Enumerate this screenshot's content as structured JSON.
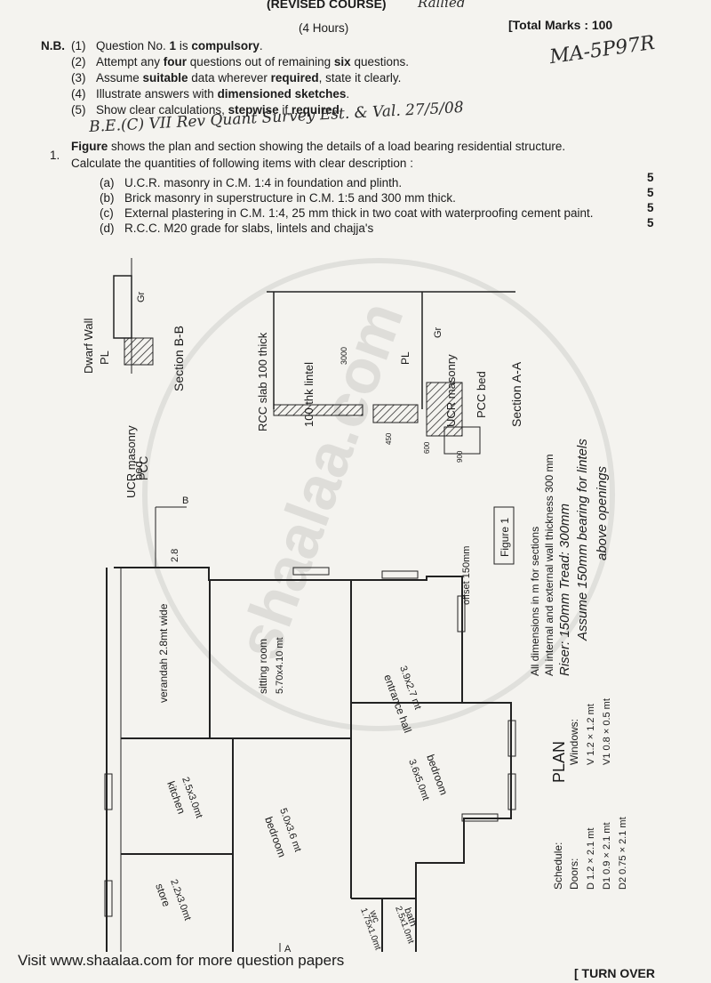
{
  "header": {
    "course": "(REVISED COURSE)",
    "hours": "(4 Hours)",
    "total_marks": "[Total Marks : 100",
    "hand_top": "Rallied",
    "hand_code": "MA-5P97R"
  },
  "nb": {
    "label": "N.B.",
    "items": [
      {
        "num": "(1)",
        "pre": "Question No. ",
        "bold": "1",
        "mid": " is ",
        "bold2": "compulsory",
        "post": "."
      },
      {
        "num": "(2)",
        "pre": "Attempt any ",
        "bold": "four",
        "mid": " questions out of remaining ",
        "bold2": "six",
        "post": " questions."
      },
      {
        "num": "(3)",
        "pre": "Assume ",
        "bold": "suitable",
        "mid": " data wherever ",
        "bold2": "required",
        "post": ", state it clearly."
      },
      {
        "num": "(4)",
        "pre": "Illustrate answers with ",
        "bold": "dimensioned sketches",
        "mid": "",
        "bold2": "",
        "post": "."
      },
      {
        "num": "(5)",
        "pre": "Show clear calculations, ",
        "bold": "stepwise",
        "mid": " if ",
        "bold2": "required",
        "post": "."
      }
    ],
    "handwritten": "B.E.(C) VII Rev Quant Survey Est. & Val. 27/5/08"
  },
  "question1": {
    "number": "1.",
    "line1_bold": "Figure",
    "line1": " shows the plan and section showing the details of a load bearing residential structure.",
    "line2": "Calculate the quantities of following items with clear description :",
    "items": [
      {
        "label": "(a)",
        "text": "U.C.R. masonry in C.M. 1:4 in foundation and plinth.",
        "marks": "5"
      },
      {
        "label": "(b)",
        "text": "Brick masonry in superstructure in C.M. 1:5 and 300 mm thick.",
        "marks": "5"
      },
      {
        "label": "(c)",
        "text": "External plastering in C.M. 1:4, 25 mm thick in two coat with waterproofing cement paint.",
        "marks": "5"
      },
      {
        "label": "(d)",
        "text": "R.C.C. M20 grade for slabs, lintels and chajja's",
        "marks": "5"
      }
    ]
  },
  "drawing": {
    "section_bb": {
      "title": "Section B-B",
      "dwarf_wall": "Dwarf Wall",
      "pl": "PL",
      "gr": "Gr",
      "bed": "bed",
      "ucr": "UCR masonry",
      "pcc": "PCC"
    },
    "section_aa": {
      "title": "Section A-A",
      "rcc_slab": "RCC slab 100 thick",
      "lintel": "100 thk lintel",
      "pl": "PL",
      "gr": "Gr",
      "ucr": "UCR masonry",
      "pcc_bed": "PCC bed",
      "dim_main": "3000",
      "dim_a": "450",
      "dim_b": "600",
      "dim_c": "900"
    },
    "plan": {
      "title": "PLAN",
      "figure": "Figure 1",
      "offset": "offset 150mm",
      "verandah": "verandah 2.8mt wide",
      "sitting": "sitting room",
      "sitting_size": "5.70x4.10 mt",
      "entrance": "entrance hall",
      "entrance_size": "3.9x2.7 mt",
      "bedroom1": "bedroom",
      "bedroom1_size": "3.6x5.0mt",
      "bedroom2": "bedroom",
      "bedroom2_size": "5.0x3.6 mt",
      "kitchen": "kitchen",
      "kitchen_size": "2.5x3.0mt",
      "store": "store",
      "store_size": "2.2x3.0mt",
      "wc": "wc",
      "wc_size": "1.75x1.0mt",
      "bath": "bath",
      "bath_size": "2.5x1.0mt",
      "dim_28": "2.8",
      "cut_b": "B",
      "cut_a": "A"
    },
    "notes": {
      "line1": "All dimensions in m for sections",
      "line2": "All internal and external wall thickness 300 mm",
      "hand1": "Riser: 150mm  Tread: 300mm",
      "hand2": "Assume 150mm bearing for lintels",
      "hand3": "above openings"
    },
    "schedule": {
      "title": "Schedule:",
      "doors_title": "Doors:",
      "doors": [
        "D   1.2 × 2.1 mt",
        "D1  0.9 × 2.1 mt",
        "D2  0.75 × 2.1 mt"
      ],
      "windows_title": "Windows:",
      "windows": [
        "V   1.2 × 1.2 mt",
        "V1  0.8 × 0.5 mt"
      ]
    }
  },
  "footer": {
    "visit": "Visit www.shaalaa.com for more question papers",
    "turn": "[ TURN OVER"
  },
  "watermark": "shaalaa.com"
}
